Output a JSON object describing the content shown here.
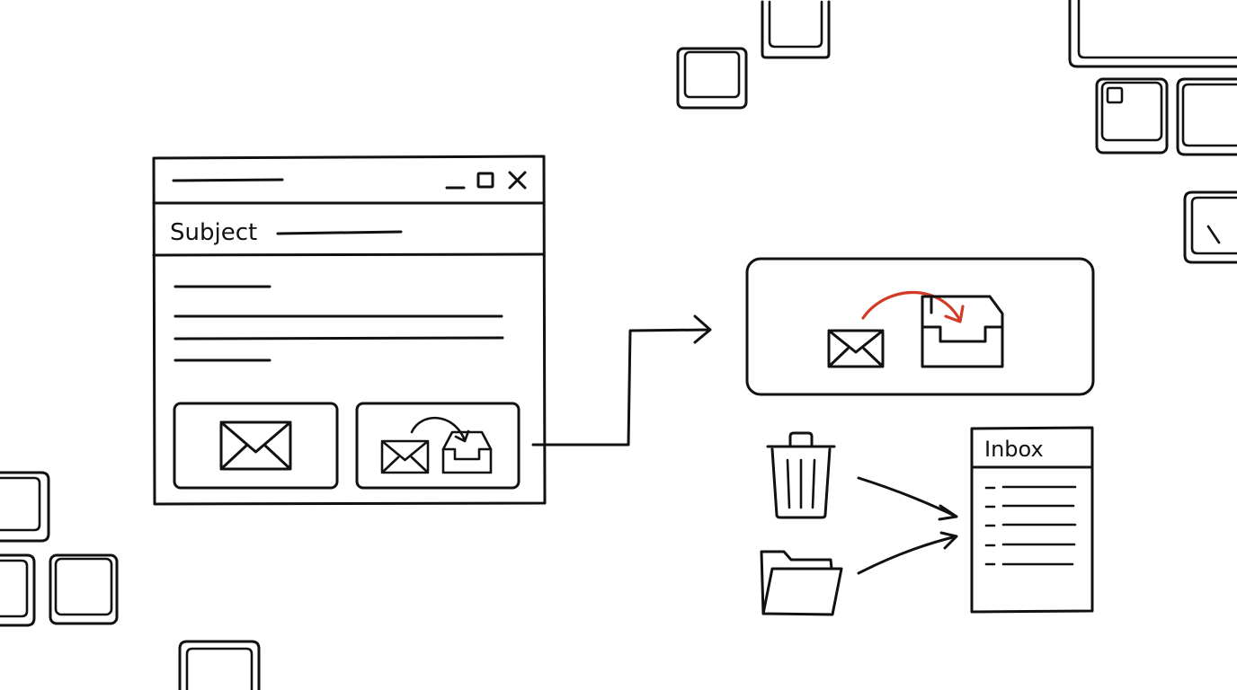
{
  "colors": {
    "ink": "#111111",
    "accent": "#d23b26",
    "background": "#ffffff"
  },
  "compose_window": {
    "window_controls": [
      "minimize-icon",
      "maximize-icon",
      "close-icon"
    ],
    "subject_label": "Subject",
    "buttons": [
      {
        "icon": "envelope-icon"
      },
      {
        "icon": "move-to-inbox-icon"
      }
    ]
  },
  "move_panel": {
    "icons": [
      "envelope-icon",
      "accent-curved-arrow-icon",
      "inbox-tray-icon"
    ]
  },
  "inbox_list": {
    "title": "Inbox",
    "item_count_shown": 5
  },
  "sources": {
    "icons": [
      "trash-can-icon",
      "folder-icon"
    ]
  },
  "decorations": {
    "icons": [
      "keycap-icon"
    ]
  }
}
